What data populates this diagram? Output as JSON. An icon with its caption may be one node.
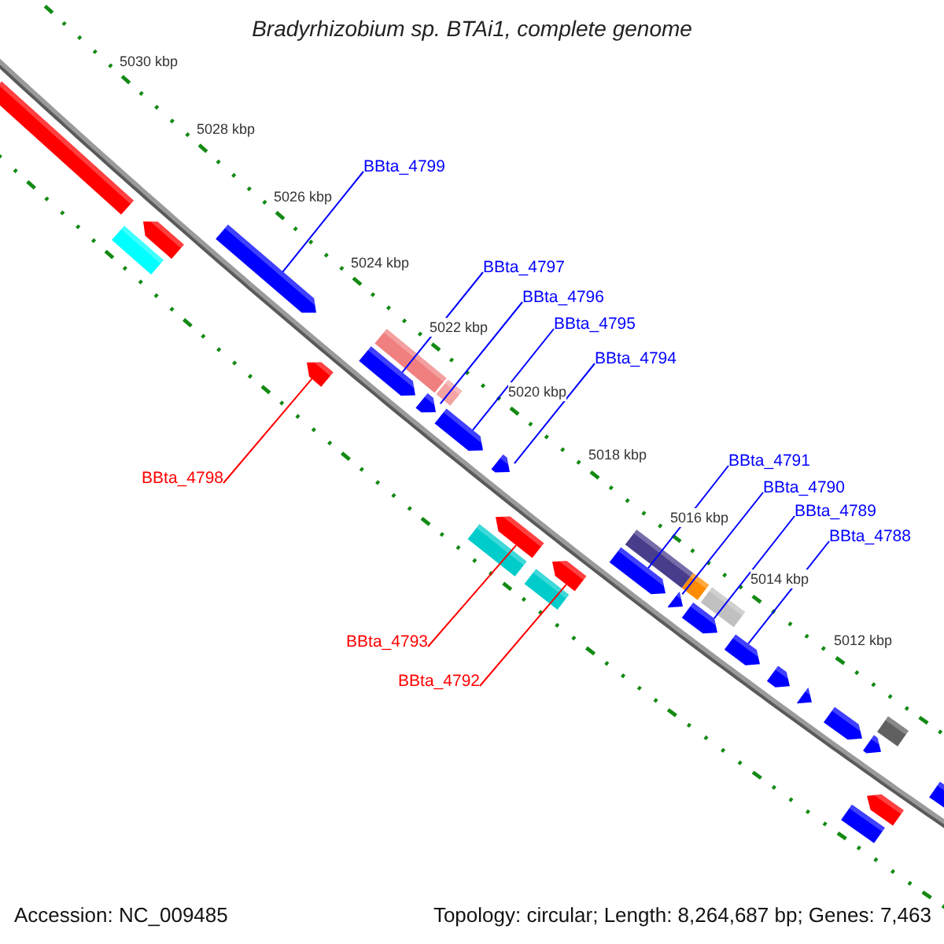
{
  "diagram": {
    "title": "Bradyrhizobium sp. BTAi1, complete genome",
    "nodes": [
      {
        "text": [
          "BBta_4799"
        ]
      },
      {
        "text": [
          "BBta_4797"
        ]
      },
      {
        "text": [
          "BBta_4796"
        ]
      },
      {
        "text": [
          "BBta_4795"
        ]
      },
      {
        "text": [
          "BBta_4794"
        ]
      },
      {
        "text": [
          "BBta_4791"
        ]
      },
      {
        "text": [
          "BBta_4798"
        ]
      },
      {
        "text": [
          "BBta_4790"
        ]
      },
      {
        "text": [
          "BBta_4789"
        ]
      },
      {
        "text": [
          "BBta_4788"
        ]
      },
      {
        "text": [
          "BBta_4793"
        ]
      },
      {
        "text": [
          "BBta_4792"
        ]
      },
      {
        "text": [],
        "shape": "bar"
      },
      {
        "text": [],
        "shape": "bar"
      },
      {
        "text": [],
        "shape": "bar"
      },
      {
        "text": [],
        "shape": "bar"
      },
      {
        "text": [],
        "shape": "bar"
      },
      {
        "text": [],
        "shape": "bar"
      },
      {
        "text": [],
        "shape": "bar"
      },
      {
        "text": [],
        "shape": "bar"
      },
      {
        "text": [],
        "shape": "bar"
      },
      {
        "text": [],
        "shape": "bar"
      },
      {
        "text": [],
        "shape": "bar"
      },
      {
        "text": [],
        "shape": "bar"
      },
      {
        "text": [],
        "shape": "bar"
      },
      {
        "text": [],
        "shape": "bar"
      },
      {
        "text": [],
        "shape": "bar"
      },
      {
        "text": [],
        "shape": "bar"
      },
      {
        "text": [],
        "shape": "bar"
      },
      {
        "text": [],
        "shape": "bar"
      },
      {
        "text": [],
        "shape": "bar"
      },
      {
        "text": [],
        "shape": "bar"
      },
      {
        "text": [],
        "shape": "bar"
      },
      {
        "text": [],
        "shape": "bar"
      },
      {
        "text": [],
        "shape": "bar"
      },
      {
        "text": [],
        "shape": "bar"
      },
      {
        "text": [],
        "shape": "bar"
      },
      {
        "text": [],
        "shape": "bar"
      },
      {
        "text": [],
        "shape": "bar"
      },
      {
        "text": [],
        "shape": "bar"
      },
      {
        "text": [],
        "shape": "bar"
      },
      {
        "text": [],
        "shape": "bar"
      }
    ],
    "edges": [
      {
        "from": 0,
        "to": 15,
        "arrow": "none"
      },
      {
        "from": 1,
        "to": 17,
        "arrow": "none"
      },
      {
        "from": 2,
        "to": 19,
        "arrow": "none"
      },
      {
        "from": 3,
        "to": 20,
        "arrow": "none"
      },
      {
        "from": 4,
        "to": 24,
        "arrow": "none"
      },
      {
        "from": 5,
        "to": 27,
        "arrow": "none"
      },
      {
        "from": 6,
        "to": 16,
        "arrow": "none",
        "color": "#ff0000"
      },
      {
        "from": 7,
        "to": 29,
        "arrow": "none"
      },
      {
        "from": 8,
        "to": 31,
        "arrow": "none"
      },
      {
        "from": 9,
        "to": 33,
        "arrow": "none"
      },
      {
        "from": 10,
        "to": 23,
        "arrow": "none",
        "color": "#ff0000"
      },
      {
        "from": 11,
        "to": 26,
        "arrow": "none",
        "color": "#ff0000"
      }
    ],
    "labels": [
      "5030 kbp",
      "5028 kbp",
      "5026 kbp",
      "5024 kbp",
      "5022 kbp",
      "5020 kbp",
      "5018 kbp",
      "5016 kbp",
      "5014 kbp",
      "5012 kbp",
      "Accession: NC_009485",
      "Topology: circular; Length: 8,264,687 bp; Genes: 7,463"
    ]
  }
}
